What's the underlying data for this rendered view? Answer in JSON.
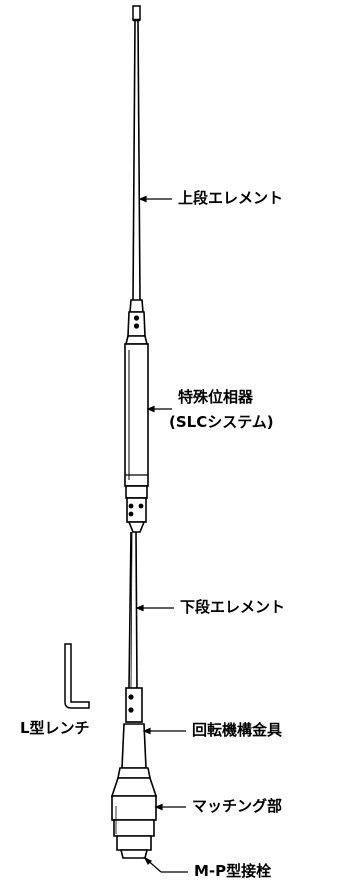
{
  "labels": {
    "upper_element": "上段エレメント",
    "phase_device": "特殊位相器",
    "slc_system": "(SLCシステム)",
    "lower_element": "下段エレメント",
    "l_wrench": "L型レンチ",
    "rotation_bracket": "回転機構金具",
    "matching_section": "マッチング部",
    "mp_connector": "M-P型接栓"
  }
}
